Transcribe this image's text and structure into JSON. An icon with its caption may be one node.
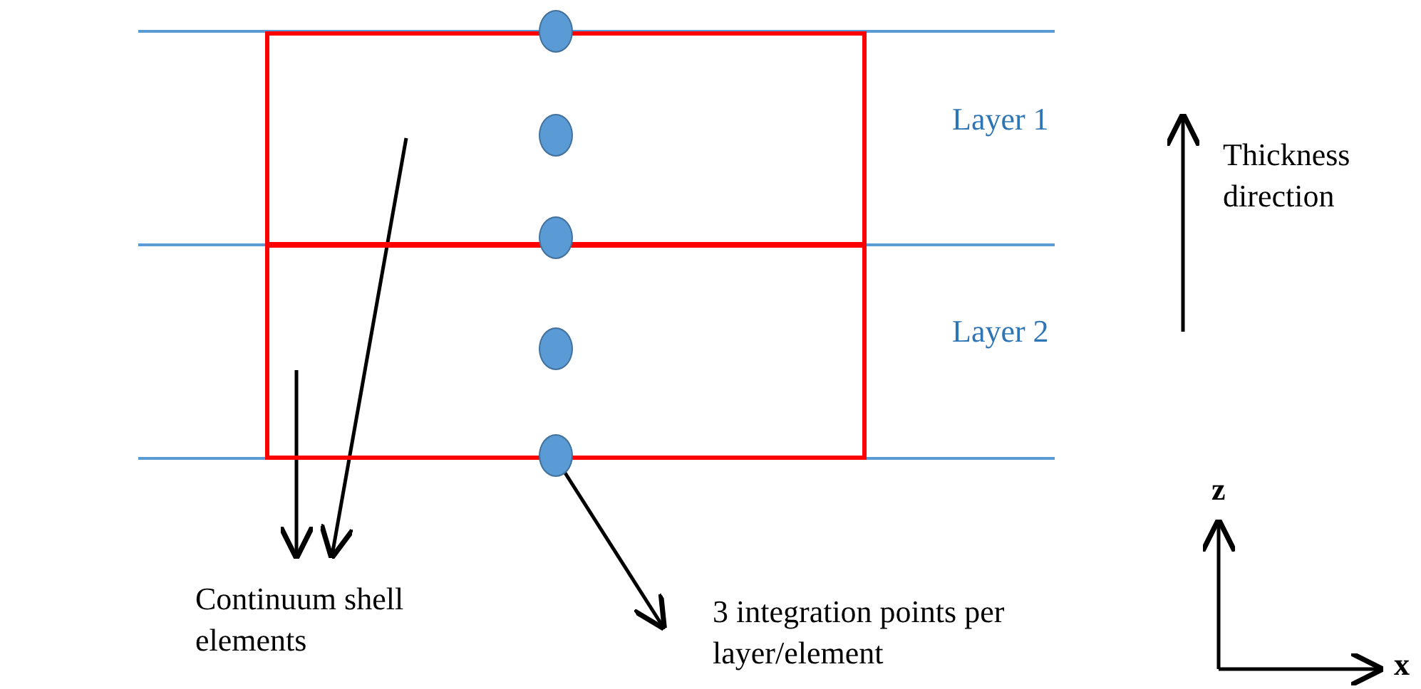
{
  "diagram": {
    "nodes": [
      {
        "text": [],
        "shape": "box"
      },
      {
        "text": [],
        "shape": "box"
      },
      {
        "text": [],
        "shape": "circle"
      },
      {
        "text": [],
        "shape": "circle",
        "in": 0
      },
      {
        "text": [],
        "shape": "circle"
      },
      {
        "text": [],
        "shape": "circle",
        "in": 1
      },
      {
        "text": [],
        "shape": "circle"
      },
      {
        "text": [
          "Continuum shell elements"
        ]
      },
      {
        "text": [
          "3 integration points per layer/element"
        ]
      }
    ],
    "edges": [
      {
        "from": 0,
        "to": 7,
        "arrow": "to"
      },
      {
        "from": 1,
        "to": 7,
        "arrow": "to"
      },
      {
        "from": 6,
        "to": 8,
        "arrow": "to"
      }
    ],
    "labels": [
      "Layer 1",
      "Thickness direction",
      "Layer 2",
      "z",
      "x"
    ]
  }
}
